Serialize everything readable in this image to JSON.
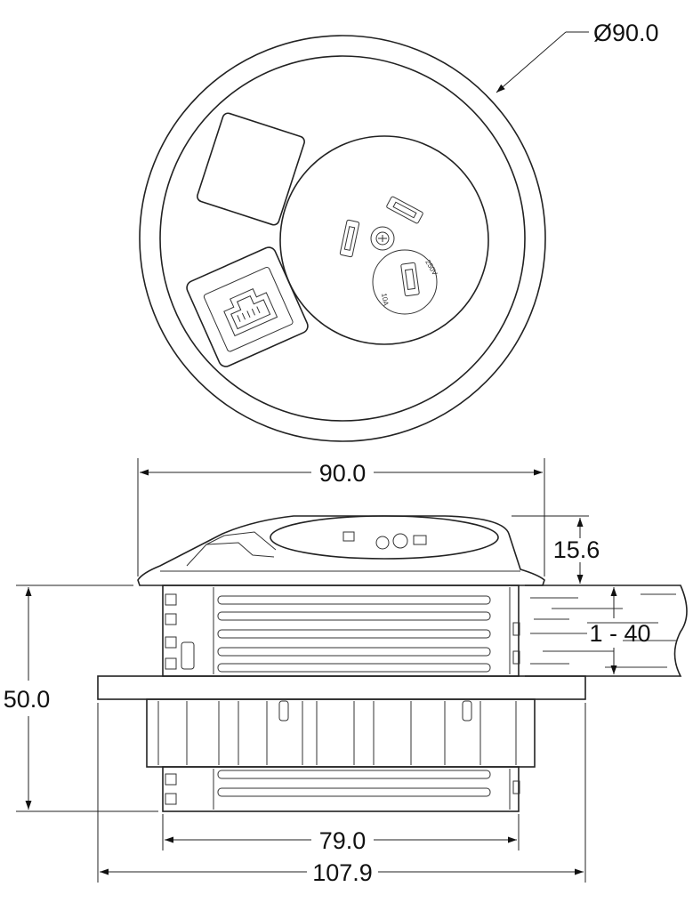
{
  "dimensions": {
    "top_diameter": "Ø90.0",
    "flange_width": "90.0",
    "flange_height": "15.6",
    "desk_thickness": "1 - 40",
    "total_height": "50.0",
    "body_width": "79.0",
    "clamp_width": "107.9"
  },
  "socket_marks": {
    "current": "10A",
    "voltage": "250V"
  }
}
